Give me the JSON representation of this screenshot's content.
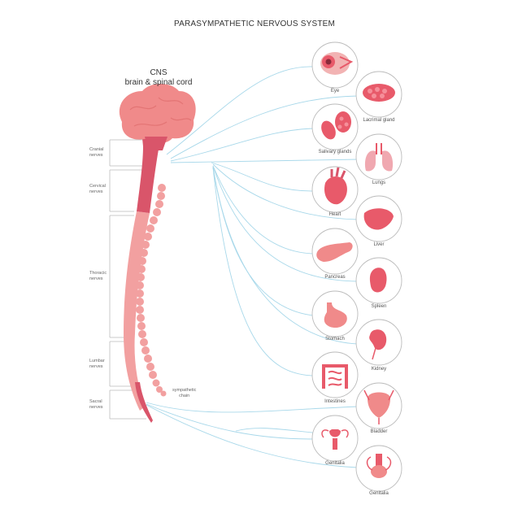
{
  "title": "PARASYMPATHETIC NERVOUS SYSTEM",
  "cns": {
    "line1": "CNS",
    "line2": "brain & spinal cord"
  },
  "regions": {
    "cranial": [
      "Cranial",
      "nerves"
    ],
    "cervical": [
      "Cervical",
      "nerves"
    ],
    "thoracic": [
      "Thoracic",
      "nerves"
    ],
    "lumbar": [
      "Lumbar",
      "nerves"
    ],
    "sacral": [
      "Sacral",
      "nerves"
    ]
  },
  "sympathetic_chain": [
    "sympathetic",
    "chain"
  ],
  "organs": {
    "eye": "Eye",
    "lacrimal": "Lacrimal gland",
    "salivary": "Salivary glands",
    "lungs": "Lungs",
    "heart": "Heart",
    "liver": "Liver",
    "pancreas": "Pancreas",
    "spleen": "Spleen",
    "stomach": "Stomach",
    "kidney": "Kidney",
    "intestines": "Intestines",
    "bladder": "Bladder",
    "genitalia_female": "Genitalia",
    "genitalia_male": "Genitalia"
  },
  "colors": {
    "nerve_line": "#a8d8ea",
    "brain": "#f08a8a",
    "spinal_dark": "#d9556a",
    "spinal_light": "#f2a0a0",
    "circle_stroke": "#bbbbbb",
    "organ": "#e85a6a"
  }
}
